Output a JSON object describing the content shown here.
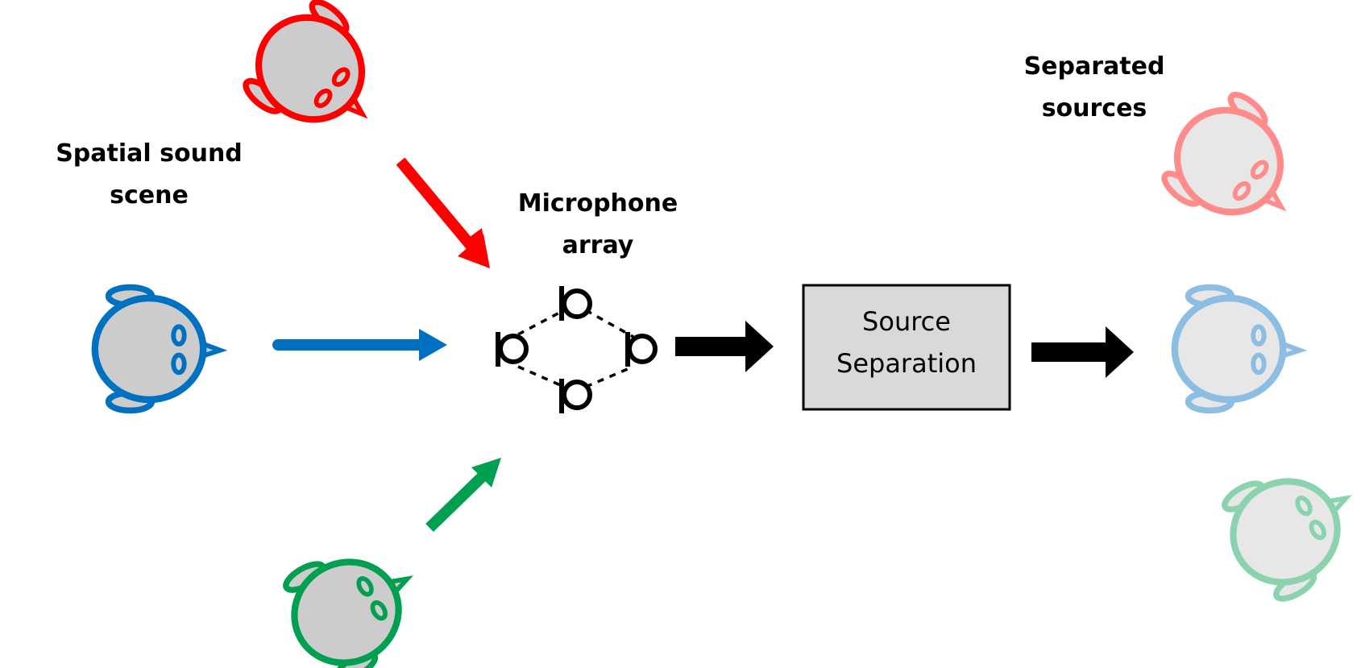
{
  "labels": {
    "scene_line1": "Spatial sound",
    "scene_line2": "scene",
    "mic_line1": "Microphone",
    "mic_line2": "array",
    "separated_line1": "Separated",
    "separated_line2": "sources",
    "box_line1": "Source",
    "box_line2": "Separation"
  },
  "colors": {
    "red": "#FF0000",
    "blue": "#0070C0",
    "green": "#00A050",
    "body_fill": "#CCCCCC",
    "box_fill": "#D9D9D9",
    "arrow_black": "#000000"
  },
  "sources": [
    {
      "name": "red-source",
      "color": "red",
      "faded": false
    },
    {
      "name": "blue-source",
      "color": "blue",
      "faded": false
    },
    {
      "name": "green-source",
      "color": "green",
      "faded": false
    }
  ],
  "separated": [
    {
      "name": "separated-red-source",
      "color": "red",
      "faded": true
    },
    {
      "name": "separated-blue-source",
      "color": "blue",
      "faded": true
    },
    {
      "name": "separated-green-source",
      "color": "green",
      "faded": true
    }
  ],
  "microphones": {
    "count": 4
  }
}
